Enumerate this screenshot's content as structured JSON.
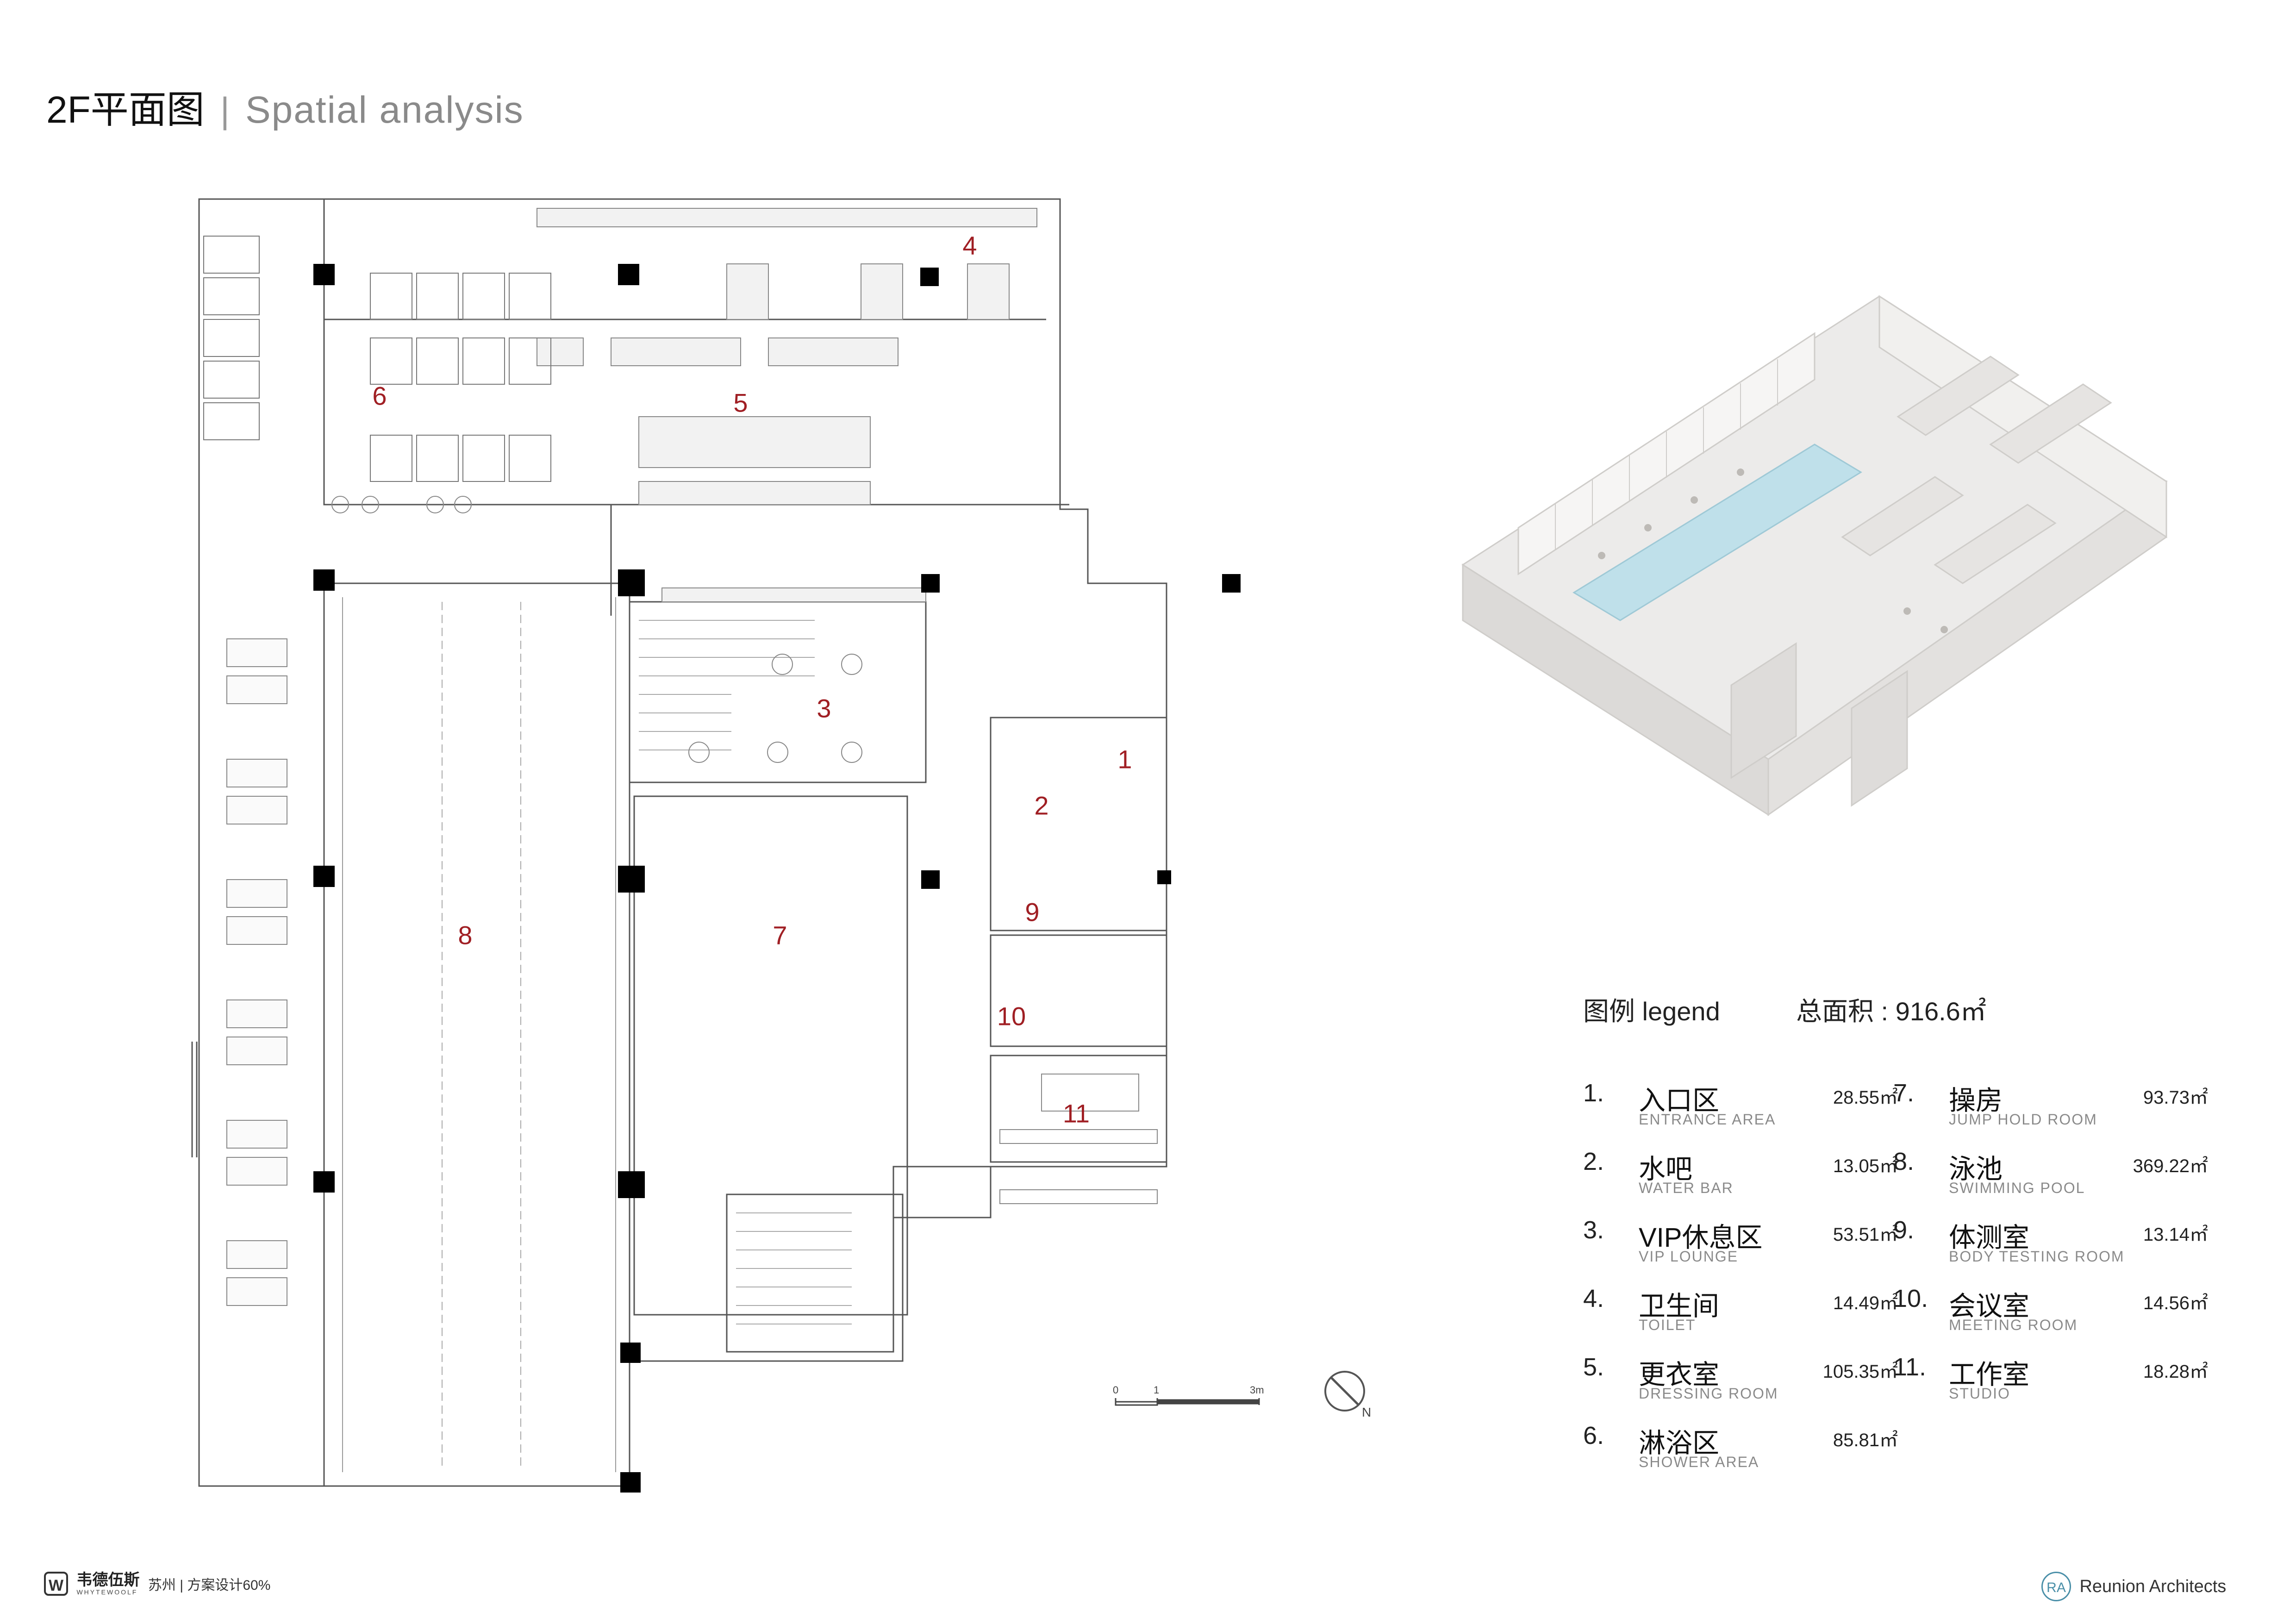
{
  "header": {
    "title": "2F平面图",
    "separator": "|",
    "subtitle": "Spatial analysis"
  },
  "plan": {
    "room_numbers": [
      "1",
      "2",
      "3",
      "4",
      "5",
      "6",
      "7",
      "8",
      "9",
      "10",
      "11"
    ]
  },
  "legend": {
    "title": "图例 legend",
    "total_area": "总面积 : 916.6㎡",
    "items": [
      {
        "num": "1.",
        "cn": "入口区",
        "en": "ENTRANCE AREA",
        "area": "28.55㎡"
      },
      {
        "num": "2.",
        "cn": "水吧",
        "en": "WATER BAR",
        "area": "13.05㎡"
      },
      {
        "num": "3.",
        "cn": "VIP休息区",
        "en": "VIP LOUNGE",
        "area": "53.51㎡"
      },
      {
        "num": "4.",
        "cn": "卫生间",
        "en": "TOILET",
        "area": "14.49㎡"
      },
      {
        "num": "5.",
        "cn": "更衣室",
        "en": "DRESSING ROOM",
        "area": "105.35㎡"
      },
      {
        "num": "6.",
        "cn": "淋浴区",
        "en": "SHOWER AREA",
        "area": "85.81㎡"
      },
      {
        "num": "7.",
        "cn": "操房",
        "en": "JUMP HOLD ROOM",
        "area": "93.73㎡"
      },
      {
        "num": "8.",
        "cn": "泳池",
        "en": "SWIMMING POOL",
        "area": "369.22㎡"
      },
      {
        "num": "9.",
        "cn": "体测室",
        "en": "BODY TESTING ROOM",
        "area": "13.14㎡"
      },
      {
        "num": "10.",
        "cn": "会议室",
        "en": "MEETING ROOM",
        "area": "14.56㎡"
      },
      {
        "num": "11.",
        "cn": "工作室",
        "en": "STUDIO",
        "area": "18.28㎡"
      }
    ]
  },
  "scale_bar": {
    "labels": [
      "0",
      "1",
      "3m"
    ]
  },
  "compass": {
    "label": "N",
    "icon": "north-arrow-icon"
  },
  "footer": {
    "brand_logo_letter": "W",
    "brand_cn": "韦德伍斯",
    "brand_en": "WHYTEWOOLF",
    "project": "苏州  |  方案设计60%",
    "company_logo_text": "RA",
    "company": "Reunion Architects"
  },
  "colors": {
    "room_number": "#a01f24",
    "wall_line": "#555555",
    "column": "#000000",
    "pool_water": "#bfe0ea",
    "axo_walls": "#ecebea"
  }
}
